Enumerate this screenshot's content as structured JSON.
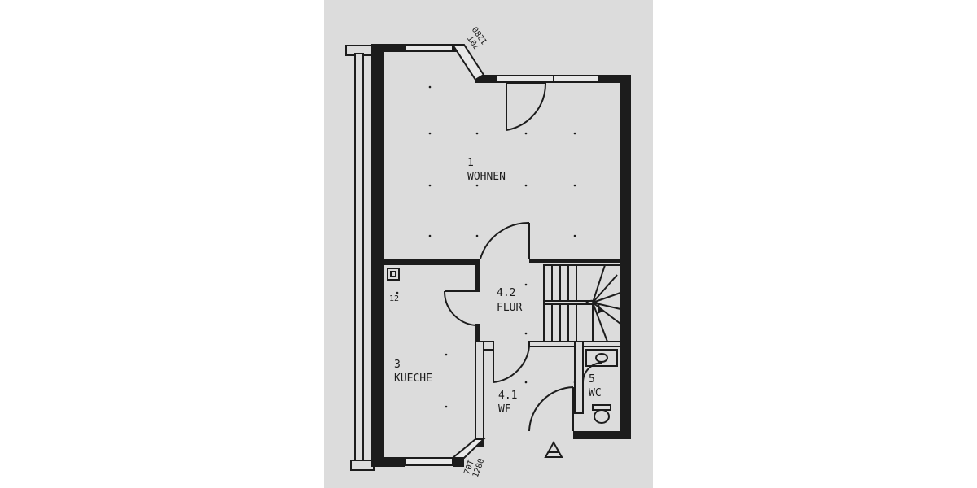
{
  "rooms": {
    "wohnen": {
      "number": "1",
      "name": "WOHNEN"
    },
    "kueche": {
      "number": "3",
      "name": "KUECHE"
    },
    "flur": {
      "number": "4.2",
      "name": "FLUR"
    },
    "wf": {
      "number": "4.1",
      "name": "WF"
    },
    "wc": {
      "number": "5",
      "name": "WC"
    }
  },
  "chimney_label": "12",
  "window_tags": {
    "top": {
      "line1": "70T",
      "line2": "1280"
    },
    "bottom": {
      "line1": "70T",
      "line2": "1280"
    }
  }
}
